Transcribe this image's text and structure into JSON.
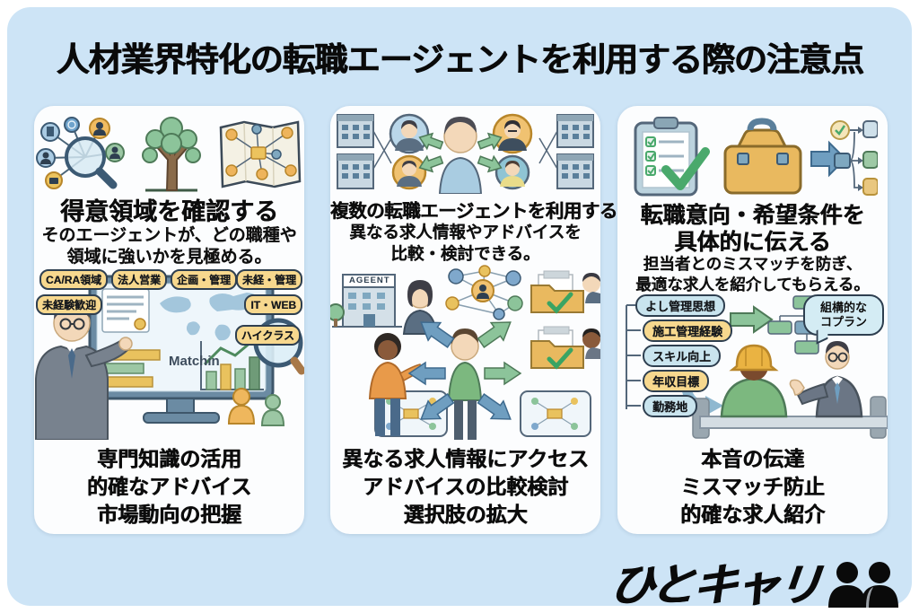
{
  "title": "人材業界特化の転職エージェントを利用する際の注意点",
  "panel1": {
    "heading": "得意領域を確認する",
    "sub_line1": "そのエージェントが、どの職種や",
    "sub_line2": "領域に強いかを見極める。",
    "tags": [
      "CA/RA領域",
      "法人営業",
      "企画・管理",
      "未経・管理",
      "未経験歓迎",
      "IT・WEB",
      "ハイクラス"
    ],
    "screen_label": "Matchin",
    "benefits": [
      "専門知識の活用",
      "的確なアドバイス",
      "市場動向の把握"
    ]
  },
  "panel2": {
    "heading": "複数の転職エージェントを利用する",
    "sub_line1": "異なる求人情報やアドバイスを",
    "sub_line2": "比較・検討できる。",
    "building_label": "AGEENT",
    "benefits": [
      "異なる求人情報にアクセス",
      "アドバイスの比較検討",
      "選択肢の拡大"
    ]
  },
  "panel3": {
    "heading_line1": "転職意向・希望条件を",
    "heading_line2": "具体的に伝える",
    "sub_line1": "担当者とのミスマッチを防ぎ、",
    "sub_line2": "最適な求人を紹介してもらえる。",
    "tags": [
      "よし管理思想",
      "施工管理経験",
      "スキル向上",
      "年収目標",
      "勤務地"
    ],
    "bubble_line1": "組構的な",
    "bubble_line2": "コプラン",
    "benefits": [
      "本音の伝達",
      "ミスマッチ防止",
      "的確な求人紹介"
    ]
  },
  "logo": {
    "text": "ひとキャリ"
  },
  "colors": {
    "background": "#cde4f6",
    "panel": "#fcfdfe",
    "tag_yellow": "#f7d88e",
    "tag_blue": "#c9e4ee",
    "accent_green": "#8cc49a",
    "accent_blue": "#6f9ec0",
    "text": "#0d0d0d"
  }
}
